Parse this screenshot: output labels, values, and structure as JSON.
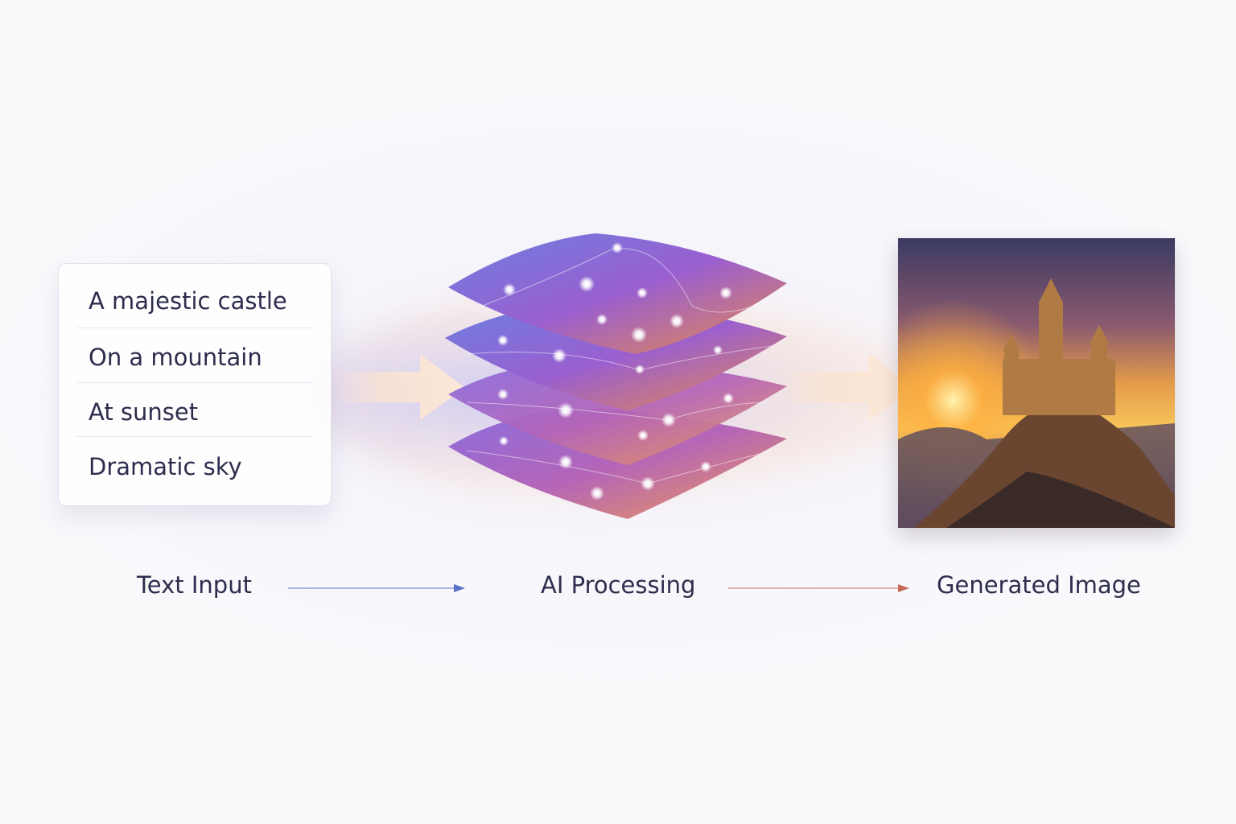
{
  "prompt_card": {
    "lines": [
      "A majestic castle",
      "On a mountain",
      "At sunset",
      "Dramatic sky"
    ]
  },
  "stages": {
    "input": "Text Input",
    "processing": "AI Processing",
    "output": "Generated Image"
  },
  "colors": {
    "text": "#2d2d4d",
    "arrow_blue": "#5a6fc8",
    "arrow_red": "#c86a5a",
    "layer_blue": "#6b7fe0",
    "layer_purple": "#9a5fd0",
    "layer_orange": "#e88a4a"
  },
  "icons": {
    "flow_arrow": "arrow-right-icon",
    "neural_layers": "neural-network-layers-icon",
    "generated_picture": "castle-sunset-image"
  }
}
